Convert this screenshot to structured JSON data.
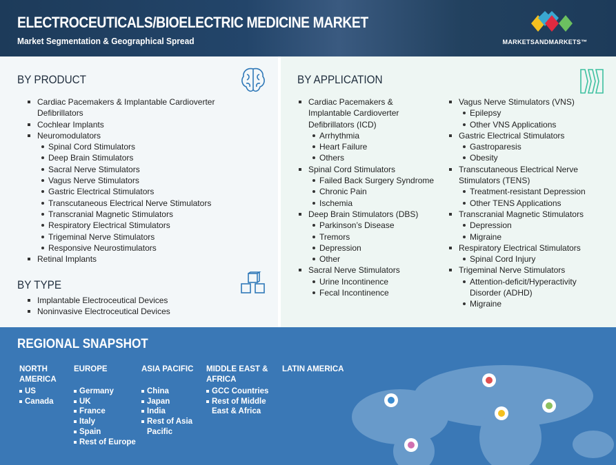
{
  "header": {
    "title": "ELECTROCEUTICALS/BIOELECTRIC MEDICINE MARKET",
    "subtitle": "Market Segmentation & Geographical Spread",
    "logo": "MARKETSANDMARKETS™"
  },
  "by_product": {
    "heading": "BY PRODUCT",
    "items": [
      {
        "label": "Cardiac Pacemakers & Implantable Cardioverter Defibrillators",
        "level": 1
      },
      {
        "label": "Cochlear Implants",
        "level": 1
      },
      {
        "label": "Neuromodulators",
        "level": 1
      },
      {
        "label": "Spinal Cord Stimulators",
        "level": 2
      },
      {
        "label": "Deep Brain Stimulators",
        "level": 2
      },
      {
        "label": "Sacral Nerve Stimulators",
        "level": 2
      },
      {
        "label": "Vagus Nerve Stimulators",
        "level": 2
      },
      {
        "label": "Gastric Electrical Stimulators",
        "level": 2
      },
      {
        "label": "Transcutaneous Electrical Nerve Stimulators",
        "level": 2
      },
      {
        "label": "Transcranial Magnetic Stimulators",
        "level": 2
      },
      {
        "label": "Respiratory Electrical Stimulators",
        "level": 2
      },
      {
        "label": "Trigeminal Nerve Stimulators",
        "level": 2
      },
      {
        "label": "Responsive Neurostimulators",
        "level": 2
      },
      {
        "label": "Retinal Implants",
        "level": 1
      }
    ]
  },
  "by_type": {
    "heading": "BY TYPE",
    "items": [
      {
        "label": "Implantable Electroceutical Devices",
        "level": 1
      },
      {
        "label": "Noninvasive Electroceutical Devices",
        "level": 1
      }
    ]
  },
  "by_application": {
    "heading": "BY APPLICATION",
    "col1": [
      {
        "label": "Cardiac Pacemakers & Implantable Cardioverter Defibrillators (ICD)",
        "level": 1
      },
      {
        "label": "Arrhythmia",
        "level": 2
      },
      {
        "label": "Heart Failure",
        "level": 2
      },
      {
        "label": "Others",
        "level": 2
      },
      {
        "label": "Spinal Cord Stimulators",
        "level": 1
      },
      {
        "label": "Failed Back Surgery Syndrome",
        "level": 2
      },
      {
        "label": "Chronic Pain",
        "level": 2
      },
      {
        "label": "Ischemia",
        "level": 2
      },
      {
        "label": "Deep Brain Stimulators (DBS)",
        "level": 1
      },
      {
        "label": "Parkinson’s Disease",
        "level": 2
      },
      {
        "label": "Tremors",
        "level": 2
      },
      {
        "label": "Depression",
        "level": 2
      },
      {
        "label": "Other",
        "level": 2
      },
      {
        "label": "Sacral Nerve Stimulators",
        "level": 1
      },
      {
        "label": "Urine Incontinence",
        "level": 2
      },
      {
        "label": "Fecal Incontinence",
        "level": 2
      }
    ],
    "col2": [
      {
        "label": "Vagus Nerve Stimulators (VNS)",
        "level": 1
      },
      {
        "label": "Epilepsy",
        "level": 2
      },
      {
        "label": "Other VNS Applications",
        "level": 2
      },
      {
        "label": "Gastric Electrical Stimulators",
        "level": 1
      },
      {
        "label": "Gastroparesis",
        "level": 2
      },
      {
        "label": "Obesity",
        "level": 2
      },
      {
        "label": "Transcutaneous Electrical Nerve Stimulators (TENS)",
        "level": 1
      },
      {
        "label": "Treatment-resistant Depression",
        "level": 2
      },
      {
        "label": "Other TENS Applications",
        "level": 2
      },
      {
        "label": "Transcranial Magnetic Stimulators",
        "level": 1
      },
      {
        "label": "Depression",
        "level": 2
      },
      {
        "label": "Migraine",
        "level": 2
      },
      {
        "label": "Respiratory Electrical Stimulators",
        "level": 1
      },
      {
        "label": "Spinal Cord Injury",
        "level": 2
      },
      {
        "label": "Trigeminal Nerve Stimulators",
        "level": 1
      },
      {
        "label": "Attention-deficit/Hyperactivity Disorder (ADHD)",
        "level": 2
      },
      {
        "label": "Migraine",
        "level": 2
      }
    ]
  },
  "regional": {
    "heading": "REGIONAL SNAPSHOT",
    "regions": [
      {
        "name": "NORTH AMERICA",
        "items": [
          "US",
          "Canada"
        ]
      },
      {
        "name": "EUROPE",
        "items": [
          "Germany",
          "UK",
          "France",
          "Italy",
          "Spain",
          "Rest of Europe"
        ]
      },
      {
        "name": "ASIA PACIFIC",
        "items": [
          "China",
          "Japan",
          "India",
          "Rest of Asia Pacific"
        ]
      },
      {
        "name": "MIDDLE EAST & AFRICA",
        "items": [
          "GCC Countries",
          "Rest of Middle East & Africa"
        ]
      },
      {
        "name": "LATIN AMERICA",
        "items": []
      }
    ]
  },
  "colors": {
    "header": "#1d3b5a",
    "region_bg": "#3a78b6",
    "icon": "#2f78b8"
  }
}
